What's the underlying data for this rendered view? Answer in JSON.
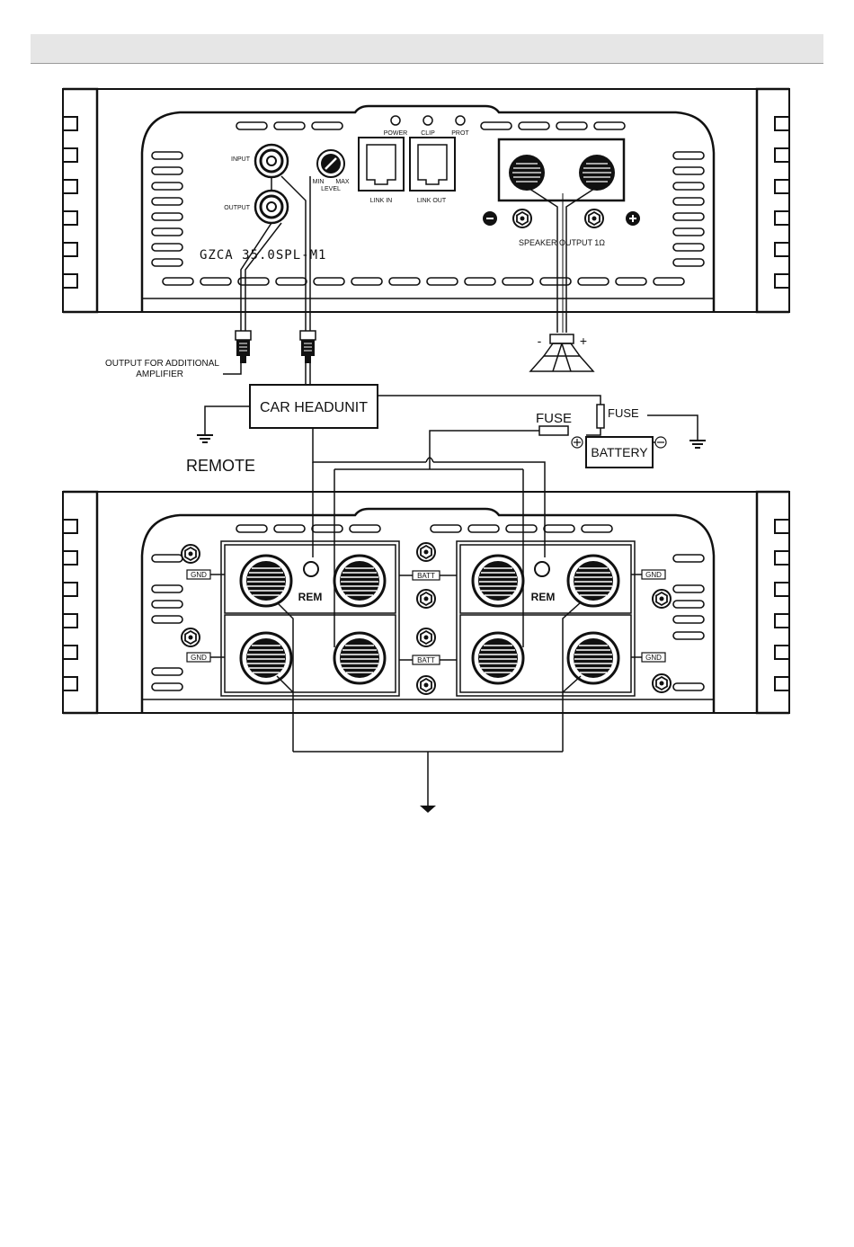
{
  "header": {
    "bar_color": "#e6e6e6"
  },
  "amp_top": {
    "leds": [
      "POWER",
      "CLIP",
      "PROT"
    ],
    "rca_input": "INPUT",
    "rca_output": "OUTPUT",
    "level_min": "MIN",
    "level_max": "MAX",
    "level": "LEVEL",
    "link_in": "LINK IN",
    "link_out": "LINK OUT",
    "speaker_output": "SPEAKER OUTPUT 1Ω",
    "model": "GZCA 35.0SPL-M1"
  },
  "wiring": {
    "output_additional_line1": "OUTPUT FOR ADDITIONAL",
    "output_additional_line2": "AMPLIFIER",
    "car_headunit": "CAR  HEADUNIT",
    "fuse_left": "FUSE",
    "fuse_right": "FUSE",
    "battery": "BATTERY",
    "remote": "REMOTE",
    "speaker_minus": "-",
    "speaker_plus": "+"
  },
  "amp_bottom": {
    "gnd": "GND",
    "batt": "BATT",
    "rem": "REM"
  }
}
